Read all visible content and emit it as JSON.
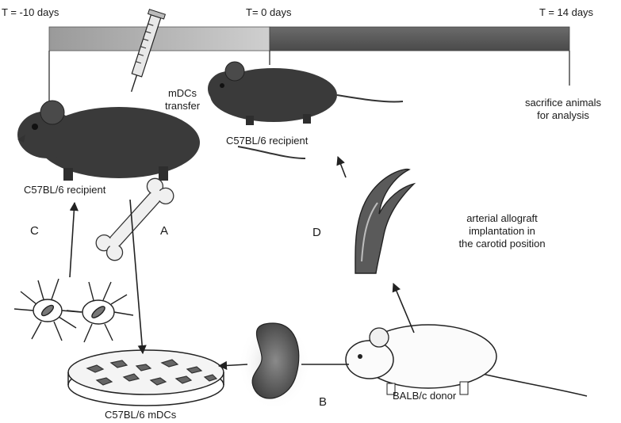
{
  "timeline": {
    "start_label": "T = -10 days",
    "mid_label": "T= 0 days",
    "end_label": "T = 14 days",
    "early_color": "#a9a9a9",
    "late_color": "#5e5e5e"
  },
  "labels": {
    "mdcs_transfer_line1": "mDCs",
    "mdcs_transfer_line2": "transfer",
    "sacrifice_line1": "sacrifice animals",
    "sacrifice_line2": "for analysis",
    "recipient_top": "C57BL/6 recipient",
    "recipient_left": "C57BL/6 recipient",
    "allograft_line1": "arterial allograft",
    "allograft_line2": "implantation in",
    "allograft_line3": "the carotid position",
    "donor": "BALB/c donor",
    "mdcs_dish": "C57BL/6 mDCs"
  },
  "steps": {
    "a": "A",
    "b": "B",
    "c": "C",
    "d": "D"
  }
}
